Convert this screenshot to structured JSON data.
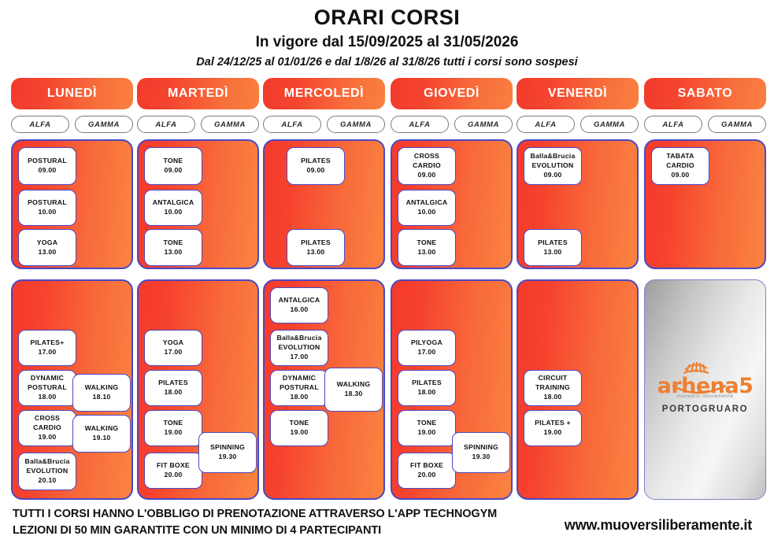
{
  "header": {
    "title": "ORARI CORSI",
    "subtitle": "In vigore dal 15/09/2025 al 31/05/2026",
    "notice": "Dal 24/12/25 al 01/01/26 e dal 1/8/26 al 31/8/26 tutti i corsi sono sospesi"
  },
  "rooms": {
    "alfa": "ALFA",
    "gamma": "GAMMA"
  },
  "colors": {
    "panel_gradient_start": "#f6392c",
    "panel_gradient_end": "#fa8441",
    "header_gradient_start": "#f33a2c",
    "header_gradient_end": "#f9803f",
    "card_border": "#4a49c4",
    "logo_orange": "#ee7f30"
  },
  "days": [
    {
      "name": "LUNEDÌ",
      "morning": {
        "alfa": [
          {
            "name": "POSTURAL",
            "time": "09.00"
          },
          {
            "name": "POSTURAL",
            "time": "10.00"
          },
          {
            "name": "YOGA",
            "time": "13.00"
          }
        ],
        "gamma": []
      },
      "evening": {
        "alfa": [
          {
            "name": "PILATES+",
            "time": "17.00"
          },
          {
            "name": "DYNAMIC\nPOSTURAL",
            "time": "18.00"
          },
          {
            "name": "CROSS CARDIO",
            "time": "19.00"
          },
          {
            "name": "Balla&Brucia\nEVOLUTION",
            "time": "20.10"
          }
        ],
        "gamma": [
          {
            "name": "WALKING",
            "time": "18.10"
          },
          {
            "name": "WALKING",
            "time": "19.10"
          }
        ]
      }
    },
    {
      "name": "MARTEDÌ",
      "morning": {
        "alfa": [
          {
            "name": "TONE",
            "time": "09.00"
          },
          {
            "name": "ANTALGICA",
            "time": "10.00"
          },
          {
            "name": "TONE",
            "time": "13.00"
          }
        ],
        "gamma": []
      },
      "evening": {
        "alfa": [
          {
            "name": "YOGA",
            "time": "17.00"
          },
          {
            "name": "PILATES",
            "time": "18.00"
          },
          {
            "name": "TONE",
            "time": "19.00"
          },
          {
            "name": "FIT BOXE",
            "time": "20.00"
          }
        ],
        "gamma": [
          {
            "name": "SPINNING",
            "time": "19.30"
          }
        ]
      }
    },
    {
      "name": "MERCOLEDÌ",
      "morning": {
        "alfa": [],
        "gamma": [
          {
            "name": "PILATES",
            "time": "09.00"
          },
          {
            "name": "PILATES",
            "time": "13.00"
          }
        ]
      },
      "evening": {
        "alfa": [
          {
            "name": "ANTALGICA",
            "time": "16.00"
          },
          {
            "name": "Balla&Brucia\nEVOLUTION",
            "time": "17.00"
          },
          {
            "name": "DYNAMIC\nPOSTURAL",
            "time": "18.00"
          },
          {
            "name": "TONE",
            "time": "19.00"
          }
        ],
        "gamma": [
          {
            "name": "WALKING",
            "time": "18.30"
          }
        ]
      }
    },
    {
      "name": "GIOVEDÌ",
      "morning": {
        "alfa": [
          {
            "name": "CROSS CARDIO",
            "time": "09.00"
          },
          {
            "name": "ANTALGICA",
            "time": "10.00"
          },
          {
            "name": "TONE",
            "time": "13.00"
          }
        ],
        "gamma": []
      },
      "evening": {
        "alfa": [
          {
            "name": "PILYOGA",
            "time": "17.00"
          },
          {
            "name": "PILATES",
            "time": "18.00"
          },
          {
            "name": "TONE",
            "time": "19.00"
          },
          {
            "name": "FIT BOXE",
            "time": "20.00"
          }
        ],
        "gamma": [
          {
            "name": "SPINNING",
            "time": "19.30"
          }
        ]
      }
    },
    {
      "name": "VENERDÌ",
      "morning": {
        "alfa": [
          {
            "name": "Balla&Brucia\nEVOLUTION",
            "time": "09.00"
          },
          {
            "name": "PILATES",
            "time": "13.00"
          }
        ],
        "gamma": []
      },
      "evening": {
        "alfa": [
          {
            "name": "CIRCUIT\nTRAINING",
            "time": "18.00"
          },
          {
            "name": "PILATES +",
            "time": "19.00"
          }
        ],
        "gamma": []
      }
    },
    {
      "name": "SABATO",
      "morning": {
        "alfa": [
          {
            "name": "TABATA CARDIO",
            "time": "09.00"
          }
        ],
        "gamma": []
      },
      "evening": {
        "alfa": [],
        "gamma": []
      }
    }
  ],
  "logo": {
    "word": "arhena5",
    "tagline": "muoversi liberamente",
    "city": "PORTOGRUARO"
  },
  "footer": {
    "line1": "TUTTI I CORSI HANNO L'OBBLIGO DI PRENOTAZIONE ATTRAVERSO L'APP TECHNOGYM",
    "line2": "LEZIONI DI 50 MIN GARANTITE CON UN MINIMO DI 4 PARTECIPANTI",
    "website": "www.muoversiliberamente.it"
  }
}
